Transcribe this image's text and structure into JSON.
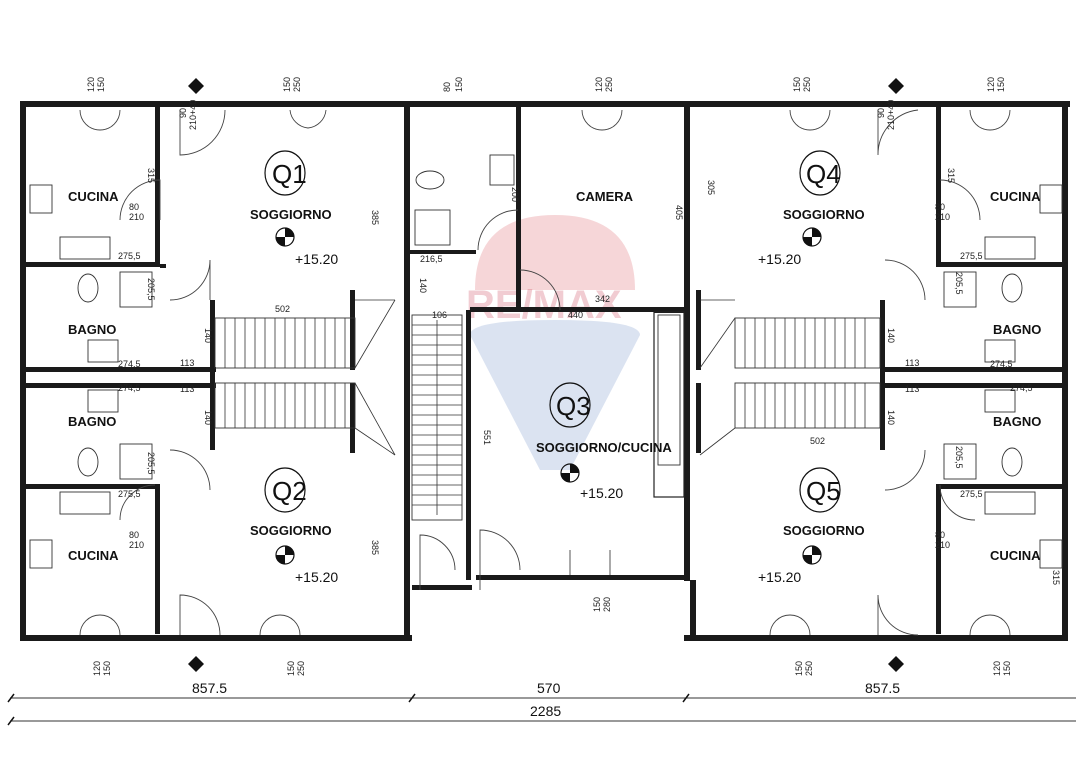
{
  "units": [
    {
      "id": "q1",
      "label": "Q1",
      "room": "SOGGIORNO",
      "elev": "+15.20"
    },
    {
      "id": "q2",
      "label": "Q2",
      "room": "SOGGIORNO",
      "elev": "+15.20"
    },
    {
      "id": "q3",
      "label": "Q3",
      "room": "SOGGIORNO/CUCINA",
      "elev": "+15.20"
    },
    {
      "id": "q4",
      "label": "Q4",
      "room": "SOGGIORNO",
      "elev": "+15.20"
    },
    {
      "id": "q5",
      "label": "Q5",
      "room": "SOGGIORNO",
      "elev": "+15.20"
    }
  ],
  "rooms": {
    "cucina": "CUCINA",
    "bagno": "BAGNO",
    "camera": "CAMERA"
  },
  "dims": {
    "left_width": "857.5",
    "mid_width": "570",
    "right_width": "857.5",
    "total_width": "2285",
    "d120": "120",
    "d150": "150",
    "d90": "90",
    "d210_40": "210+40",
    "d80": "80",
    "d210": "210",
    "d315": "315",
    "d385": "385",
    "d502": "502",
    "d140": "140",
    "d113": "113",
    "d275_5": "275,5",
    "d274_5": "274,5",
    "d205_5": "205,5",
    "d216_5": "216,5",
    "d405": "405",
    "d305": "305",
    "d342": "342",
    "d440": "440",
    "d106": "106",
    "d551": "551",
    "d250": "250",
    "d200": "200",
    "d280": "280"
  },
  "watermark": "RE/MAX"
}
